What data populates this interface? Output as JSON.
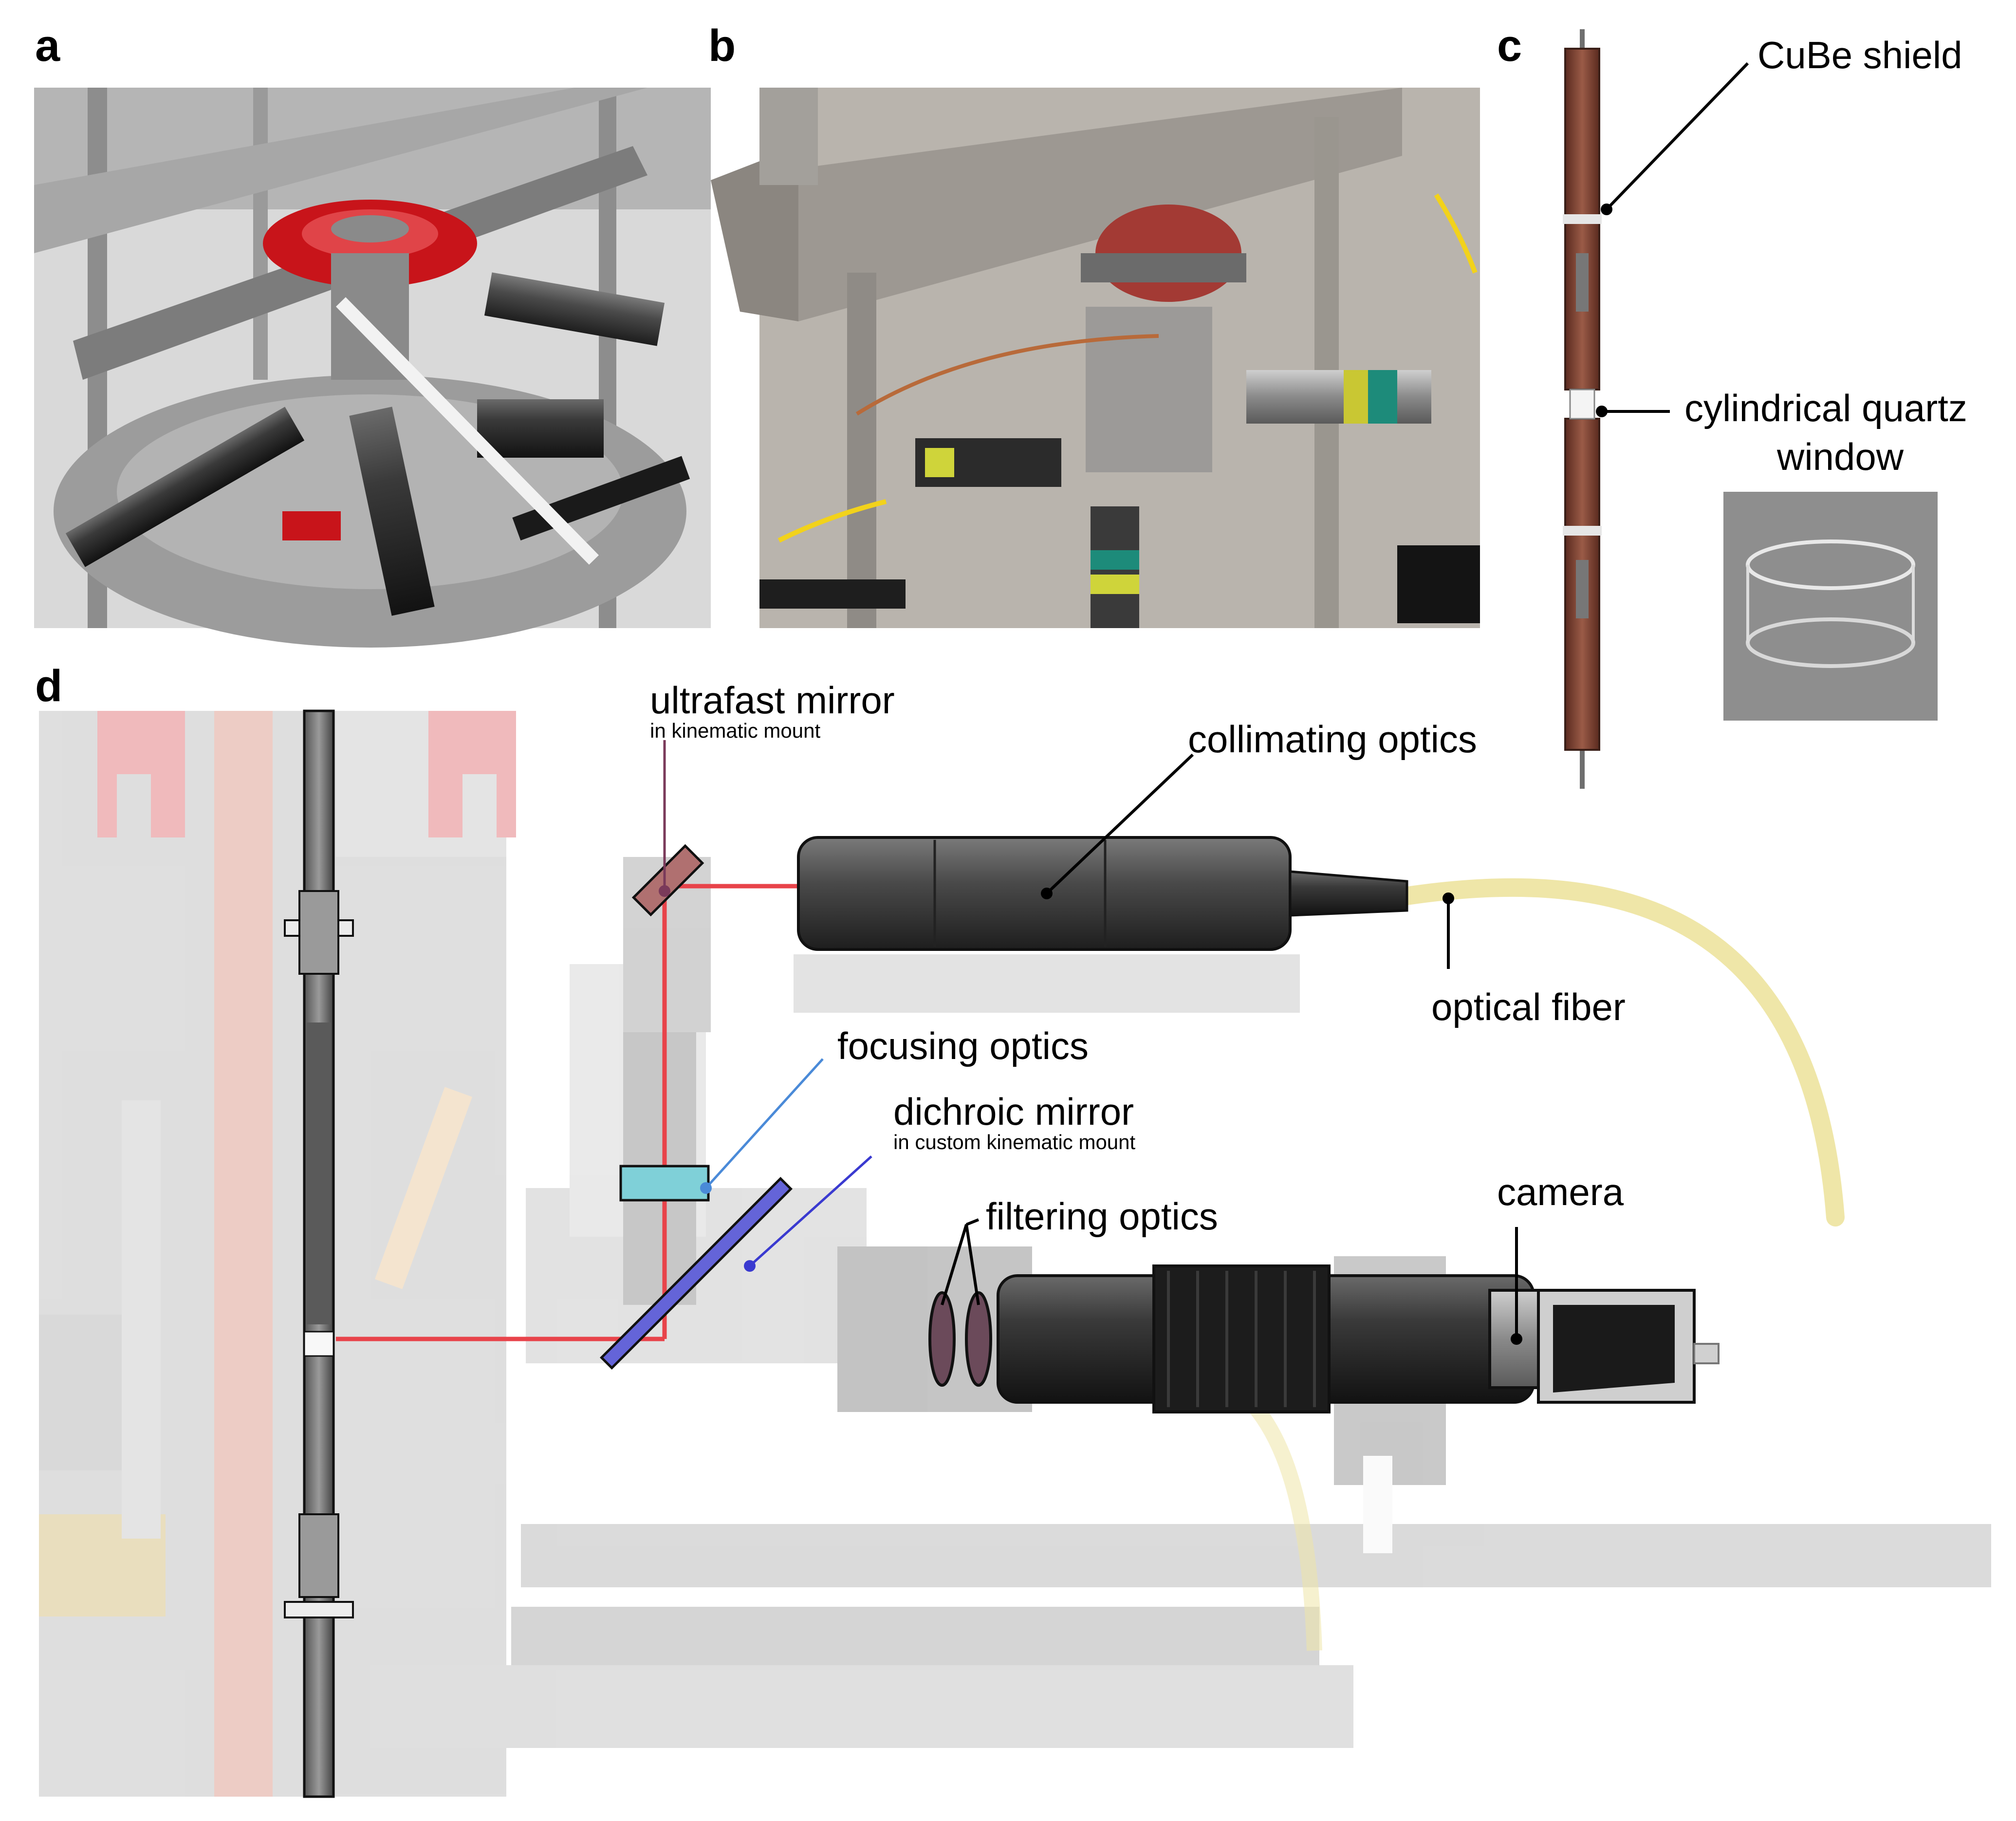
{
  "panels": {
    "a": {
      "letter": "a"
    },
    "b": {
      "letter": "b"
    },
    "c": {
      "letter": "c",
      "labels": {
        "shield": "CuBe shield",
        "window_line1": "cylindrical quartz",
        "window_line2": "window"
      }
    },
    "d": {
      "letter": "d",
      "labels": {
        "ultrafast_mirror": "ultrafast mirror",
        "ultrafast_mirror_sub": "in kinematic mount",
        "collimating_optics": "collimating optics",
        "optical_fiber": "optical fiber",
        "focusing_optics": "focusing optics",
        "dichroic_mirror": "dichroic mirror",
        "dichroic_mirror_sub": "in custom kinematic mount",
        "filtering_optics": "filtering optics",
        "camera": "camera"
      }
    }
  },
  "colors": {
    "laser_beam": "#e8434a",
    "cube_shield": "#7a3b2e",
    "clamp_red": "#d0262a",
    "fiber": "#efe6a8",
    "dichroic": "#5a5ad0",
    "focusing_lens": "#7fd0d8",
    "ultrafast_mirror": "#b07070"
  }
}
